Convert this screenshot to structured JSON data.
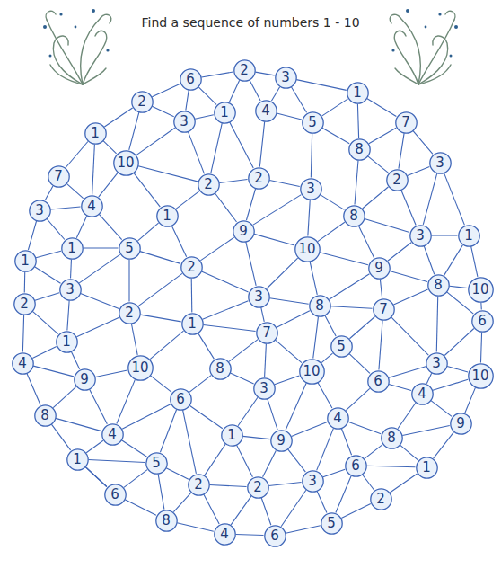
{
  "diagram": {
    "title": "Find a sequence of numbers 1 - 10",
    "nodes": [
      {
        "text": [
          "2"
        ]
      },
      {
        "text": [
          "3"
        ]
      },
      {
        "text": [
          "6"
        ]
      },
      {
        "text": [
          "1"
        ]
      },
      {
        "text": [
          "2"
        ]
      },
      {
        "text": [
          "4"
        ]
      },
      {
        "text": [
          "1"
        ]
      },
      {
        "text": [
          "3"
        ]
      },
      {
        "text": [
          "5"
        ]
      },
      {
        "text": [
          "7"
        ]
      },
      {
        "text": [
          "1"
        ]
      },
      {
        "text": [
          "8"
        ]
      },
      {
        "text": [
          "10"
        ]
      },
      {
        "text": [
          "3"
        ]
      },
      {
        "text": [
          "7"
        ]
      },
      {
        "text": [
          "2"
        ]
      },
      {
        "text": [
          "2"
        ]
      },
      {
        "text": [
          "2"
        ]
      },
      {
        "text": [
          "3"
        ]
      },
      {
        "text": [
          "4"
        ]
      },
      {
        "text": [
          "3"
        ]
      },
      {
        "text": [
          "8"
        ]
      },
      {
        "text": [
          "1"
        ]
      },
      {
        "text": [
          "9"
        ]
      },
      {
        "text": [
          "1"
        ]
      },
      {
        "text": [
          "3"
        ]
      },
      {
        "text": [
          "1"
        ]
      },
      {
        "text": [
          "5"
        ]
      },
      {
        "text": [
          "10"
        ]
      },
      {
        "text": [
          "1"
        ]
      },
      {
        "text": [
          "2"
        ]
      },
      {
        "text": [
          "9"
        ]
      },
      {
        "text": [
          "8"
        ]
      },
      {
        "text": [
          "10"
        ]
      },
      {
        "text": [
          "3"
        ]
      },
      {
        "text": [
          "3"
        ]
      },
      {
        "text": [
          "2"
        ]
      },
      {
        "text": [
          "8"
        ]
      },
      {
        "text": [
          "7"
        ]
      },
      {
        "text": [
          "2"
        ]
      },
      {
        "text": [
          "6"
        ]
      },
      {
        "text": [
          "1"
        ]
      },
      {
        "text": [
          "7"
        ]
      },
      {
        "text": [
          "1"
        ]
      },
      {
        "text": [
          "5"
        ]
      },
      {
        "text": [
          "3"
        ]
      },
      {
        "text": [
          "4"
        ]
      },
      {
        "text": [
          "10"
        ]
      },
      {
        "text": [
          "8"
        ]
      },
      {
        "text": [
          "10"
        ]
      },
      {
        "text": [
          "10"
        ]
      },
      {
        "text": [
          "9"
        ]
      },
      {
        "text": [
          "6"
        ]
      },
      {
        "text": [
          "3"
        ]
      },
      {
        "text": [
          "4"
        ]
      },
      {
        "text": [
          "6"
        ]
      },
      {
        "text": [
          "8"
        ]
      },
      {
        "text": [
          "4"
        ]
      },
      {
        "text": [
          "9"
        ]
      },
      {
        "text": [
          "4"
        ]
      },
      {
        "text": [
          "1"
        ]
      },
      {
        "text": [
          "8"
        ]
      },
      {
        "text": [
          "9"
        ]
      },
      {
        "text": [
          "1"
        ]
      },
      {
        "text": [
          "5"
        ]
      },
      {
        "text": [
          "6"
        ]
      },
      {
        "text": [
          "1"
        ]
      },
      {
        "text": [
          "3"
        ]
      },
      {
        "text": [
          "2"
        ]
      },
      {
        "text": [
          "2"
        ]
      },
      {
        "text": [
          "6"
        ]
      },
      {
        "text": [
          "2"
        ]
      },
      {
        "text": [
          "8"
        ]
      },
      {
        "text": [
          "5"
        ]
      },
      {
        "text": [
          "4"
        ]
      },
      {
        "text": [
          "6"
        ]
      }
    ],
    "edges": [
      {
        "from": 0,
        "to": 1,
        "arrow": "none"
      },
      {
        "from": 1,
        "to": 3,
        "arrow": "none"
      },
      {
        "from": 3,
        "to": 9,
        "arrow": "none"
      },
      {
        "from": 9,
        "to": 13,
        "arrow": "none"
      },
      {
        "from": 13,
        "to": 24,
        "arrow": "none"
      },
      {
        "from": 24,
        "to": 33,
        "arrow": "none"
      },
      {
        "from": 33,
        "to": 40,
        "arrow": "none"
      },
      {
        "from": 40,
        "to": 50,
        "arrow": "none"
      },
      {
        "from": 50,
        "to": 58,
        "arrow": "none"
      },
      {
        "from": 58,
        "to": 66,
        "arrow": "none"
      },
      {
        "from": 66,
        "to": 71,
        "arrow": "none"
      },
      {
        "from": 71,
        "to": 73,
        "arrow": "none"
      },
      {
        "from": 73,
        "to": 75,
        "arrow": "none"
      },
      {
        "from": 74,
        "to": 75,
        "arrow": "none"
      },
      {
        "from": 72,
        "to": 74,
        "arrow": "none"
      },
      {
        "from": 70,
        "to": 72,
        "arrow": "none"
      },
      {
        "from": 63,
        "to": 70,
        "arrow": "none"
      },
      {
        "from": 56,
        "to": 63,
        "arrow": "none"
      },
      {
        "from": 46,
        "to": 56,
        "arrow": "none"
      },
      {
        "from": 36,
        "to": 46,
        "arrow": "none"
      },
      {
        "from": 29,
        "to": 36,
        "arrow": "none"
      },
      {
        "from": 20,
        "to": 29,
        "arrow": "none"
      },
      {
        "from": 14,
        "to": 20,
        "arrow": "none"
      },
      {
        "from": 10,
        "to": 14,
        "arrow": "none"
      },
      {
        "from": 4,
        "to": 10,
        "arrow": "none"
      },
      {
        "from": 2,
        "to": 4,
        "arrow": "none"
      },
      {
        "from": 0,
        "to": 2,
        "arrow": "none"
      },
      {
        "from": 0,
        "to": 6,
        "arrow": "none"
      },
      {
        "from": 0,
        "to": 5,
        "arrow": "none"
      },
      {
        "from": 2,
        "to": 6,
        "arrow": "none"
      },
      {
        "from": 2,
        "to": 7,
        "arrow": "none"
      },
      {
        "from": 4,
        "to": 7,
        "arrow": "none"
      },
      {
        "from": 4,
        "to": 12,
        "arrow": "none"
      },
      {
        "from": 6,
        "to": 7,
        "arrow": "none"
      },
      {
        "from": 6,
        "to": 17,
        "arrow": "none"
      },
      {
        "from": 5,
        "to": 8,
        "arrow": "none"
      },
      {
        "from": 1,
        "to": 8,
        "arrow": "none"
      },
      {
        "from": 1,
        "to": 5,
        "arrow": "none"
      },
      {
        "from": 3,
        "to": 8,
        "arrow": "none"
      },
      {
        "from": 3,
        "to": 11,
        "arrow": "none"
      },
      {
        "from": 9,
        "to": 11,
        "arrow": "none"
      },
      {
        "from": 8,
        "to": 11,
        "arrow": "none"
      },
      {
        "from": 11,
        "to": 16,
        "arrow": "none"
      },
      {
        "from": 9,
        "to": 16,
        "arrow": "none"
      },
      {
        "from": 13,
        "to": 16,
        "arrow": "none"
      },
      {
        "from": 16,
        "to": 25,
        "arrow": "none"
      },
      {
        "from": 13,
        "to": 25,
        "arrow": "none"
      },
      {
        "from": 24,
        "to": 25,
        "arrow": "none"
      },
      {
        "from": 11,
        "to": 21,
        "arrow": "none"
      },
      {
        "from": 8,
        "to": 18,
        "arrow": "none"
      },
      {
        "from": 5,
        "to": 15,
        "arrow": "none"
      },
      {
        "from": 15,
        "to": 18,
        "arrow": "none"
      },
      {
        "from": 6,
        "to": 15,
        "arrow": "none"
      },
      {
        "from": 15,
        "to": 17,
        "arrow": "none"
      },
      {
        "from": 7,
        "to": 12,
        "arrow": "none"
      },
      {
        "from": 7,
        "to": 17,
        "arrow": "none"
      },
      {
        "from": 10,
        "to": 12,
        "arrow": "none"
      },
      {
        "from": 10,
        "to": 19,
        "arrow": "none"
      },
      {
        "from": 14,
        "to": 19,
        "arrow": "none"
      },
      {
        "from": 12,
        "to": 19,
        "arrow": "none"
      },
      {
        "from": 12,
        "to": 17,
        "arrow": "none"
      },
      {
        "from": 12,
        "to": 22,
        "arrow": "none"
      },
      {
        "from": 17,
        "to": 22,
        "arrow": "none"
      },
      {
        "from": 17,
        "to": 23,
        "arrow": "none"
      },
      {
        "from": 15,
        "to": 23,
        "arrow": "none"
      },
      {
        "from": 18,
        "to": 23,
        "arrow": "none"
      },
      {
        "from": 18,
        "to": 21,
        "arrow": "none"
      },
      {
        "from": 16,
        "to": 21,
        "arrow": "none"
      },
      {
        "from": 21,
        "to": 25,
        "arrow": "none"
      },
      {
        "from": 18,
        "to": 28,
        "arrow": "none"
      },
      {
        "from": 21,
        "to": 28,
        "arrow": "none"
      },
      {
        "from": 21,
        "to": 31,
        "arrow": "none"
      },
      {
        "from": 25,
        "to": 31,
        "arrow": "none"
      },
      {
        "from": 24,
        "to": 32,
        "arrow": "none"
      },
      {
        "from": 25,
        "to": 32,
        "arrow": "none"
      },
      {
        "from": 31,
        "to": 32,
        "arrow": "none"
      },
      {
        "from": 32,
        "to": 33,
        "arrow": "none"
      },
      {
        "from": 32,
        "to": 40,
        "arrow": "none"
      },
      {
        "from": 19,
        "to": 20,
        "arrow": "none"
      },
      {
        "from": 20,
        "to": 26,
        "arrow": "none"
      },
      {
        "from": 19,
        "to": 26,
        "arrow": "none"
      },
      {
        "from": 19,
        "to": 27,
        "arrow": "none"
      },
      {
        "from": 22,
        "to": 27,
        "arrow": "none"
      },
      {
        "from": 22,
        "to": 30,
        "arrow": "none"
      },
      {
        "from": 23,
        "to": 30,
        "arrow": "none"
      },
      {
        "from": 23,
        "to": 35,
        "arrow": "none"
      },
      {
        "from": 23,
        "to": 28,
        "arrow": "none"
      },
      {
        "from": 28,
        "to": 35,
        "arrow": "none"
      },
      {
        "from": 28,
        "to": 37,
        "arrow": "none"
      },
      {
        "from": 28,
        "to": 31,
        "arrow": "none"
      },
      {
        "from": 31,
        "to": 37,
        "arrow": "none"
      },
      {
        "from": 31,
        "to": 38,
        "arrow": "none"
      },
      {
        "from": 32,
        "to": 38,
        "arrow": "none"
      },
      {
        "from": 26,
        "to": 29,
        "arrow": "none"
      },
      {
        "from": 29,
        "to": 34,
        "arrow": "none"
      },
      {
        "from": 26,
        "to": 34,
        "arrow": "none"
      },
      {
        "from": 26,
        "to": 27,
        "arrow": "none"
      },
      {
        "from": 27,
        "to": 34,
        "arrow": "none"
      },
      {
        "from": 27,
        "to": 39,
        "arrow": "none"
      },
      {
        "from": 27,
        "to": 30,
        "arrow": "none"
      },
      {
        "from": 30,
        "to": 39,
        "arrow": "none"
      },
      {
        "from": 30,
        "to": 41,
        "arrow": "none"
      },
      {
        "from": 30,
        "to": 35,
        "arrow": "none"
      },
      {
        "from": 35,
        "to": 41,
        "arrow": "none"
      },
      {
        "from": 35,
        "to": 42,
        "arrow": "none"
      },
      {
        "from": 35,
        "to": 37,
        "arrow": "none"
      },
      {
        "from": 37,
        "to": 42,
        "arrow": "none"
      },
      {
        "from": 37,
        "to": 44,
        "arrow": "none"
      },
      {
        "from": 37,
        "to": 38,
        "arrow": "none"
      },
      {
        "from": 38,
        "to": 44,
        "arrow": "none"
      },
      {
        "from": 38,
        "to": 45,
        "arrow": "none"
      },
      {
        "from": 32,
        "to": 45,
        "arrow": "none"
      },
      {
        "from": 40,
        "to": 45,
        "arrow": "none"
      },
      {
        "from": 45,
        "to": 50,
        "arrow": "none"
      },
      {
        "from": 34,
        "to": 36,
        "arrow": "none"
      },
      {
        "from": 36,
        "to": 43,
        "arrow": "none"
      },
      {
        "from": 34,
        "to": 43,
        "arrow": "none"
      },
      {
        "from": 34,
        "to": 39,
        "arrow": "none"
      },
      {
        "from": 39,
        "to": 43,
        "arrow": "none"
      },
      {
        "from": 39,
        "to": 47,
        "arrow": "none"
      },
      {
        "from": 39,
        "to": 41,
        "arrow": "none"
      },
      {
        "from": 41,
        "to": 47,
        "arrow": "none"
      },
      {
        "from": 41,
        "to": 48,
        "arrow": "none"
      },
      {
        "from": 41,
        "to": 42,
        "arrow": "none"
      },
      {
        "from": 42,
        "to": 48,
        "arrow": "none"
      },
      {
        "from": 42,
        "to": 53,
        "arrow": "none"
      },
      {
        "from": 42,
        "to": 49,
        "arrow": "none"
      },
      {
        "from": 37,
        "to": 49,
        "arrow": "none"
      },
      {
        "from": 44,
        "to": 49,
        "arrow": "none"
      },
      {
        "from": 44,
        "to": 52,
        "arrow": "none"
      },
      {
        "from": 38,
        "to": 52,
        "arrow": "none"
      },
      {
        "from": 45,
        "to": 52,
        "arrow": "none"
      },
      {
        "from": 45,
        "to": 54,
        "arrow": "none"
      },
      {
        "from": 50,
        "to": 54,
        "arrow": "none"
      },
      {
        "from": 54,
        "to": 58,
        "arrow": "none"
      },
      {
        "from": 43,
        "to": 46,
        "arrow": "none"
      },
      {
        "from": 46,
        "to": 51,
        "arrow": "none"
      },
      {
        "from": 43,
        "to": 51,
        "arrow": "none"
      },
      {
        "from": 47,
        "to": 51,
        "arrow": "none"
      },
      {
        "from": 47,
        "to": 55,
        "arrow": "none"
      },
      {
        "from": 48,
        "to": 55,
        "arrow": "none"
      },
      {
        "from": 48,
        "to": 53,
        "arrow": "none"
      },
      {
        "from": 49,
        "to": 53,
        "arrow": "none"
      },
      {
        "from": 53,
        "to": 60,
        "arrow": "none"
      },
      {
        "from": 53,
        "to": 62,
        "arrow": "none"
      },
      {
        "from": 49,
        "to": 62,
        "arrow": "none"
      },
      {
        "from": 49,
        "to": 57,
        "arrow": "none"
      },
      {
        "from": 52,
        "to": 57,
        "arrow": "none"
      },
      {
        "from": 52,
        "to": 54,
        "arrow": "none"
      },
      {
        "from": 54,
        "to": 61,
        "arrow": "none"
      },
      {
        "from": 58,
        "to": 61,
        "arrow": "none"
      },
      {
        "from": 61,
        "to": 66,
        "arrow": "none"
      },
      {
        "from": 61,
        "to": 65,
        "arrow": "none"
      },
      {
        "from": 57,
        "to": 61,
        "arrow": "none"
      },
      {
        "from": 57,
        "to": 65,
        "arrow": "none"
      },
      {
        "from": 57,
        "to": 62,
        "arrow": "none"
      },
      {
        "from": 51,
        "to": 56,
        "arrow": "none"
      },
      {
        "from": 51,
        "to": 59,
        "arrow": "none"
      },
      {
        "from": 47,
        "to": 59,
        "arrow": "none"
      },
      {
        "from": 55,
        "to": 59,
        "arrow": "none"
      },
      {
        "from": 55,
        "to": 60,
        "arrow": "none"
      },
      {
        "from": 55,
        "to": 64,
        "arrow": "none"
      },
      {
        "from": 59,
        "to": 64,
        "arrow": "none"
      },
      {
        "from": 59,
        "to": 63,
        "arrow": "none"
      },
      {
        "from": 56,
        "to": 59,
        "arrow": "none"
      },
      {
        "from": 63,
        "to": 64,
        "arrow": "none"
      },
      {
        "from": 63,
        "to": 70,
        "arrow": "none"
      },
      {
        "from": 64,
        "to": 70,
        "arrow": "none"
      },
      {
        "from": 64,
        "to": 72,
        "arrow": "none"
      },
      {
        "from": 64,
        "to": 68,
        "arrow": "none"
      },
      {
        "from": 55,
        "to": 68,
        "arrow": "none"
      },
      {
        "from": 60,
        "to": 68,
        "arrow": "none"
      },
      {
        "from": 60,
        "to": 62,
        "arrow": "none"
      },
      {
        "from": 60,
        "to": 69,
        "arrow": "none"
      },
      {
        "from": 62,
        "to": 69,
        "arrow": "none"
      },
      {
        "from": 62,
        "to": 67,
        "arrow": "none"
      },
      {
        "from": 57,
        "to": 67,
        "arrow": "none"
      },
      {
        "from": 65,
        "to": 67,
        "arrow": "none"
      },
      {
        "from": 65,
        "to": 71,
        "arrow": "none"
      },
      {
        "from": 65,
        "to": 66,
        "arrow": "none"
      },
      {
        "from": 67,
        "to": 73,
        "arrow": "none"
      },
      {
        "from": 65,
        "to": 73,
        "arrow": "none"
      },
      {
        "from": 68,
        "to": 69,
        "arrow": "none"
      },
      {
        "from": 68,
        "to": 72,
        "arrow": "none"
      },
      {
        "from": 68,
        "to": 74,
        "arrow": "none"
      },
      {
        "from": 69,
        "to": 74,
        "arrow": "none"
      },
      {
        "from": 69,
        "to": 75,
        "arrow": "none"
      },
      {
        "from": 67,
        "to": 69,
        "arrow": "none"
      },
      {
        "from": 67,
        "to": 75,
        "arrow": "none"
      }
    ]
  }
}
